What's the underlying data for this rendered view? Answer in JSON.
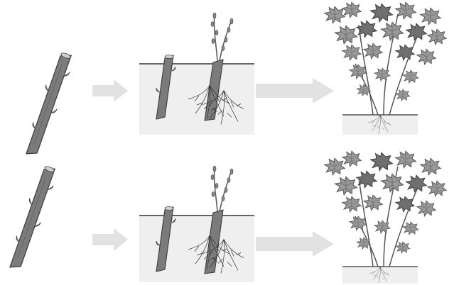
{
  "diagram": {
    "rows": [
      {
        "stage1": "cutting",
        "stage2": "cutting-planted-and-rooted",
        "stage3": "grown-shrub"
      },
      {
        "stage1": "cutting",
        "stage2": "cutting-planted-and-rooted",
        "stage3": "grown-shrub"
      }
    ],
    "colors": {
      "bark": "#7b7b7b",
      "bark_dark": "#555555",
      "soil_panel": "#efefef",
      "arrow": "#e2e2e2",
      "root": "#3a3a3a",
      "leaf": "#9a9a9a",
      "leaf_dark": "#6e6e6e"
    }
  }
}
